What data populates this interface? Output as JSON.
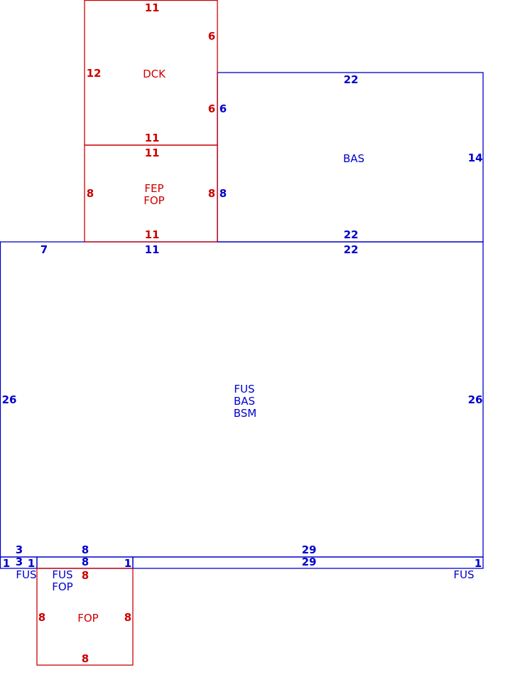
{
  "colors": {
    "blue": "#0000cc",
    "red": "#cc0000"
  },
  "areas": {
    "dck": {
      "color": "red",
      "codes": [
        "DCK"
      ],
      "dims": {
        "top": "11",
        "right_upper": "6",
        "left": "12",
        "right_lower": "6",
        "bottom": "11"
      }
    },
    "fep": {
      "color": "red",
      "codes": [
        "FEP",
        "FOP"
      ],
      "dims": {
        "top": "11",
        "left": "8",
        "right": "8",
        "bottom": "11"
      }
    },
    "bas_upper": {
      "color": "blue",
      "codes": [
        "BAS"
      ],
      "dims": {
        "top": "22",
        "left": "6",
        "left_lower": "8",
        "right": "14",
        "bottom": "22"
      }
    },
    "main": {
      "color": "blue",
      "codes": [
        "FUS",
        "BAS",
        "BSM"
      ],
      "dims": {
        "top_left": "7",
        "top_mid": "11",
        "top_right": "22",
        "left": "26",
        "right": "26",
        "bottom_left": "3",
        "bottom_mid": "8",
        "bottom_right": "29"
      }
    },
    "strip_a": {
      "color": "blue",
      "codes": [
        "FUS"
      ],
      "dims": {
        "left": "1",
        "bottom": "3",
        "right": "1"
      }
    },
    "strip_b": {
      "color": "blue",
      "codes": [
        "FUS",
        "FOP"
      ],
      "dims": {
        "top": "8",
        "right": "1"
      }
    },
    "strip_c": {
      "color": "blue",
      "codes": [
        "FUS"
      ],
      "dims": {
        "top": "29",
        "right": "1"
      }
    },
    "fop_lower": {
      "color": "red",
      "codes": [
        "FOP"
      ],
      "dims": {
        "top": "8",
        "left": "8",
        "right": "8",
        "bottom": "8"
      }
    }
  }
}
